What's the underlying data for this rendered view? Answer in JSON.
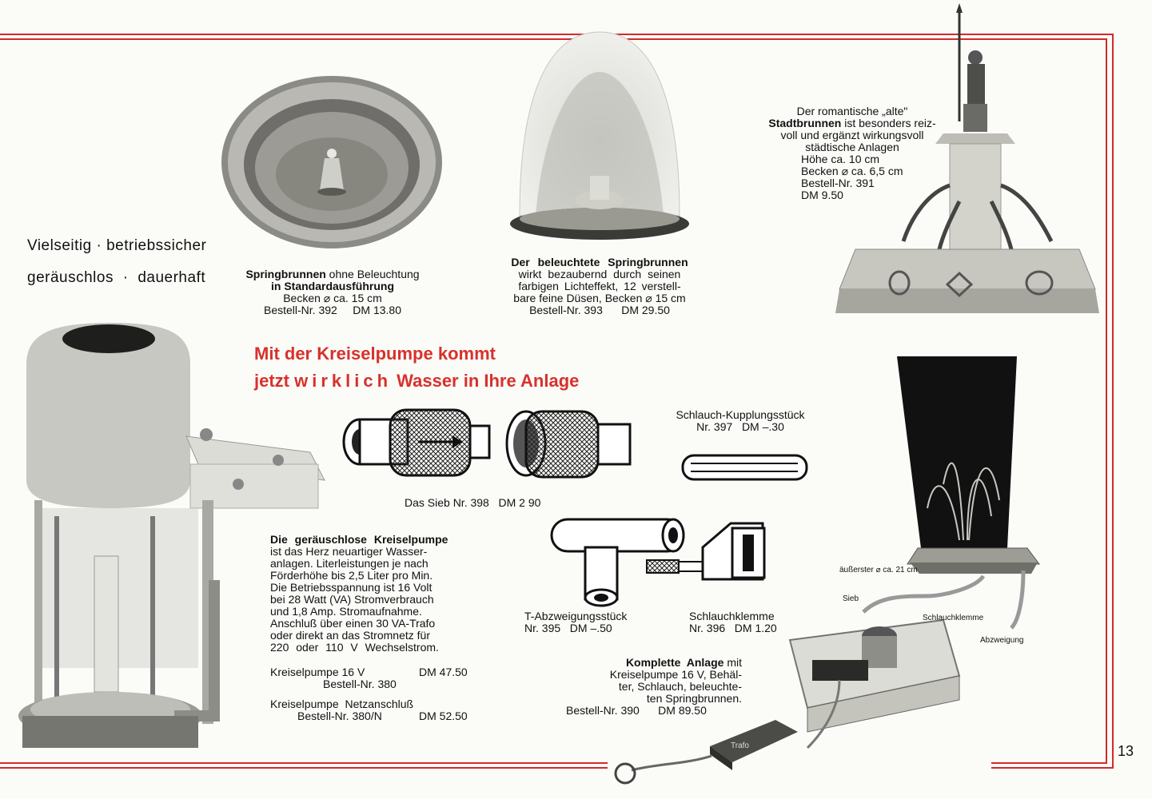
{
  "tagline": {
    "line1": "Vielseitig · betriebssicher",
    "line2": "geräuschlos · dauerhaft"
  },
  "springbrunnen_plain": {
    "title": "Springbrunnen",
    "title_rest": " ohne Beleuchtung",
    "line2": "in Standardausführung",
    "line3": "Becken ⌀ ca. 15 cm",
    "order": "Bestell-Nr. 392",
    "price": "DM 13.80"
  },
  "springbrunnen_lit": {
    "title": "Der beleuchtete Springbrunnen",
    "line2": "wirkt bezaubernd durch seinen",
    "line3": "farbigen Lichteffekt, 12 verstell-",
    "line4": "bare feine Düsen, Becken ⌀ 15 cm",
    "order": "Bestell-Nr. 393",
    "price": "DM 29.50"
  },
  "stadtbrunnen": {
    "line1": "Der romantische „alte\"",
    "line2_bold": "Stadtbrunnen",
    "line2_rest": " ist besonders reiz-",
    "line3": "voll und ergänzt wirkungsvoll",
    "line4": "städtische Anlagen",
    "line5": "Höhe ca. 10 cm",
    "line6": "Becken ⌀ ca. 6,5 cm",
    "line7": "Bestell-Nr. 391",
    "line8": "DM 9.50"
  },
  "headline": {
    "line1": "Mit der Kreiselpumpe kommt",
    "line2a": "jetzt ",
    "line2b": "wirklich",
    "line2c": " Wasser in Ihre Anlage"
  },
  "kupplung": {
    "line1": "Schlauch-Kupplungsstück",
    "line2": "Nr. 397   DM –.30"
  },
  "sieb": {
    "text": "Das Sieb Nr. 398   DM 2 90"
  },
  "kreiselpumpe": {
    "line1": "Die geräuschlose Kreiselpumpe",
    "line2": "ist das Herz neuartiger Wasser-",
    "line3": "anlagen. Literleistungen je nach",
    "line4": "Förderhöhe bis 2,5 Liter pro Min.",
    "line5": "Die Betriebsspannung ist 16 Volt",
    "line6": "bei 28 Watt (VA) Stromverbrauch",
    "line7": "und 1,8 Amp. Stromaufnahme.",
    "line8": "Anschluß über einen 30 VA-Trafo",
    "line9": "oder direkt an das Stromnetz für",
    "line10": "220 oder 110 V Wechselstrom.",
    "p1_name": "Kreiselpumpe 16 V",
    "p1_price": "DM 47.50",
    "p1_order": "Bestell-Nr. 380",
    "p2_name": "Kreiselpumpe Netzanschluß",
    "p2_order": "Bestell-Nr. 380/N",
    "p2_price": "DM 52.50"
  },
  "t_stueck": {
    "line1": "T-Abzweigungsstück",
    "line2": "Nr. 395   DM –.50"
  },
  "klemme": {
    "line1": "Schlauchklemme",
    "line2": "Nr. 396   DM 1.20"
  },
  "komplett": {
    "line1_bold": "Komplette Anlage",
    "line1_rest": " mit",
    "line2": "Kreiselpumpe 16 V, Behäl-",
    "line3": "ter, Schlauch, beleuchte-",
    "line4": "ten Springbrunnen.",
    "order": "Bestell-Nr. 390",
    "price": "DM 89.50"
  },
  "diagram_labels": {
    "durchmesser": "äußerster ⌀ ca. 21 cm",
    "sieb": "Sieb",
    "klemme": "Schlauchklemme",
    "abzweigung": "Abzweigung",
    "trafo": "Trafo"
  },
  "page_number": "13"
}
